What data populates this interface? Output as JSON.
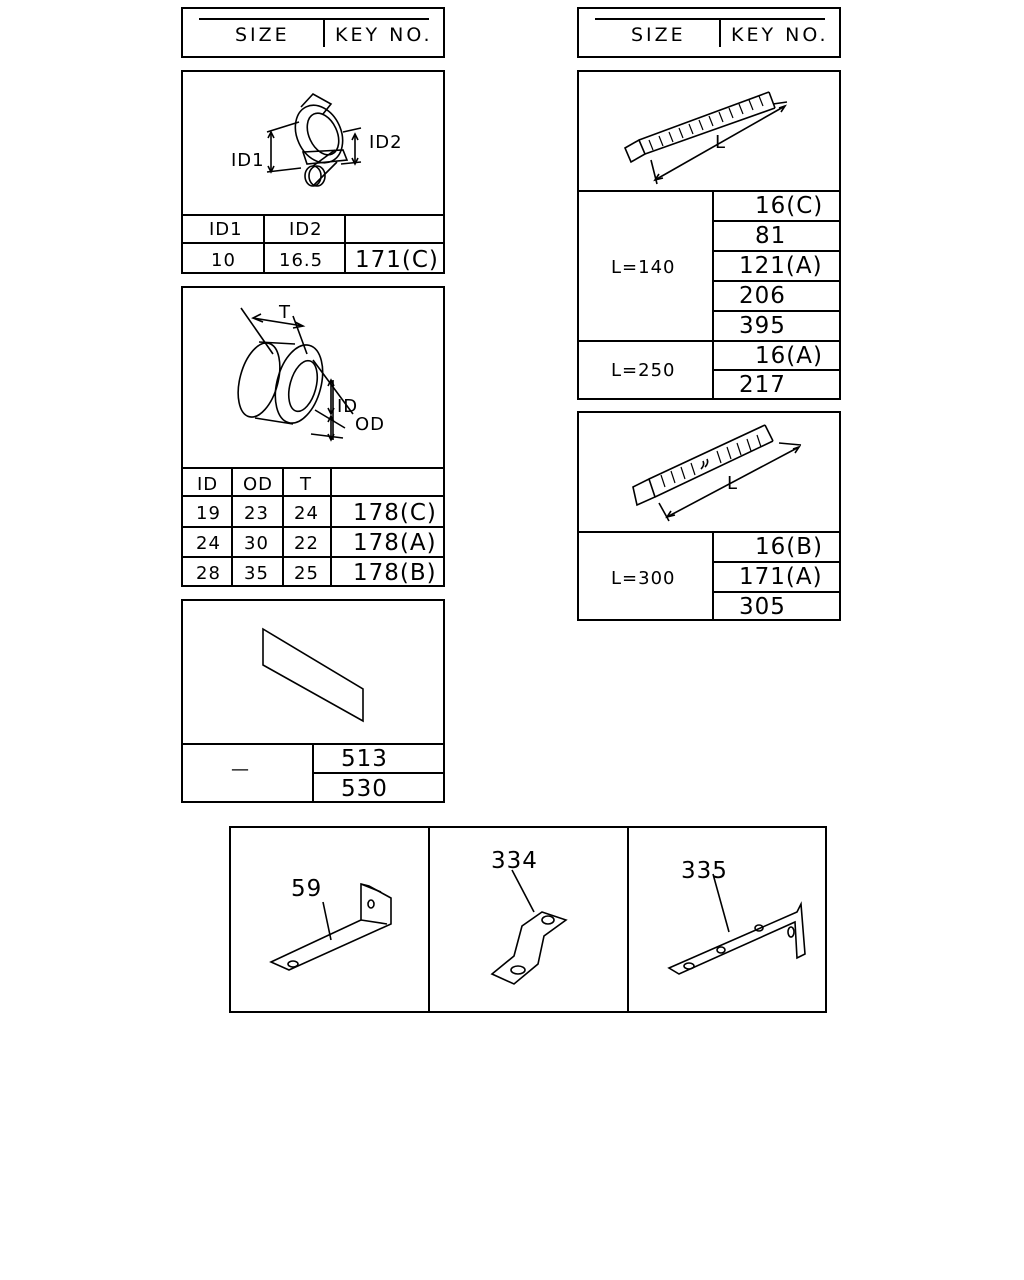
{
  "headers": {
    "left": {
      "size": "SIZE",
      "key": "KEY NO."
    },
    "right": {
      "size": "SIZE",
      "key": "KEY NO."
    }
  },
  "clip_box": {
    "dim_labels": {
      "id1": "ID1",
      "id2": "ID2"
    },
    "columns": [
      "ID1",
      "ID2",
      ""
    ],
    "row": {
      "id1": "10",
      "id2": "16.5",
      "key": "171(C)"
    }
  },
  "grommet_box": {
    "dim_labels": {
      "t": "T",
      "id": "ID",
      "od": "OD"
    },
    "columns": [
      "ID",
      "OD",
      "T",
      ""
    ],
    "rows": [
      {
        "id": "19",
        "od": "23",
        "t": "24",
        "key": "178(C)"
      },
      {
        "id": "24",
        "od": "30",
        "t": "22",
        "key": "178(A)"
      },
      {
        "id": "28",
        "od": "35",
        "t": "25",
        "key": "178(B)"
      }
    ]
  },
  "sheet_box": {
    "size": "—",
    "keys": [
      "513",
      "530"
    ]
  },
  "tie_140_250_box": {
    "dim_label": "L",
    "groups": [
      {
        "size": "L=140",
        "keys": [
          "16(C)",
          "81",
          "121(A)",
          "206",
          "395"
        ]
      },
      {
        "size": "L=250",
        "keys": [
          "16(A)",
          "217"
        ]
      }
    ]
  },
  "tie_300_box": {
    "dim_label": "L",
    "group": {
      "size": "L=300",
      "keys": [
        "16(B)",
        "171(A)",
        "305"
      ]
    }
  },
  "brackets": [
    {
      "key": "59"
    },
    {
      "key": "334"
    },
    {
      "key": "335"
    }
  ]
}
